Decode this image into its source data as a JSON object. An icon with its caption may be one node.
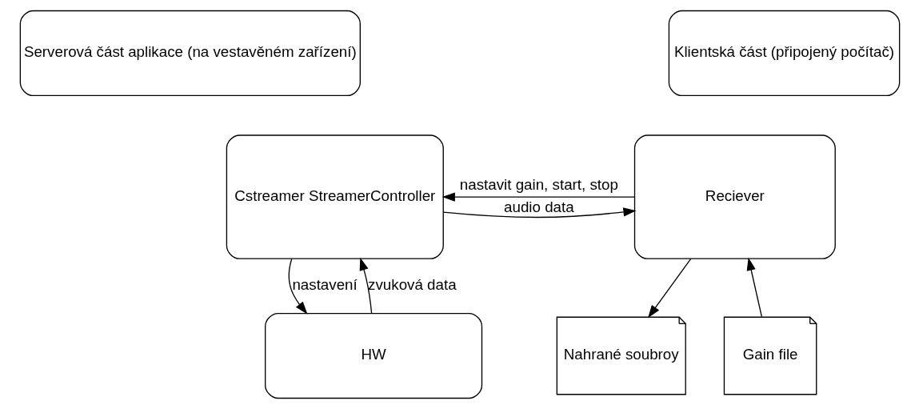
{
  "diagram": {
    "nodes": [
      {
        "text": [
          "Serverová část aplikace (na vestavěném zařízení)"
        ]
      },
      {
        "text": [
          "Klientská část (připojený počítač)"
        ]
      },
      {
        "text": [
          "Cstreamer StreamerController"
        ]
      },
      {
        "text": [
          "Reciever"
        ]
      },
      {
        "text": [
          "HW"
        ]
      },
      {
        "text": [
          "Gain file"
        ]
      },
      {
        "text": [
          "Nahrané soubroy"
        ]
      }
    ],
    "edges": [
      {
        "from": 3,
        "to": 2,
        "arrow": "to",
        "label": "nastavit gain, start, stop"
      },
      {
        "from": 2,
        "to": 3,
        "arrow": "to",
        "label": "audio data"
      },
      {
        "from": 4,
        "to": 2,
        "arrow": "to",
        "label": "zvuková data"
      },
      {
        "from": 2,
        "to": 4,
        "arrow": "to",
        "label": "nastavení"
      },
      {
        "from": 5,
        "to": 3,
        "arrow": "to"
      },
      {
        "from": 3,
        "to": 6,
        "arrow": "to"
      }
    ]
  }
}
